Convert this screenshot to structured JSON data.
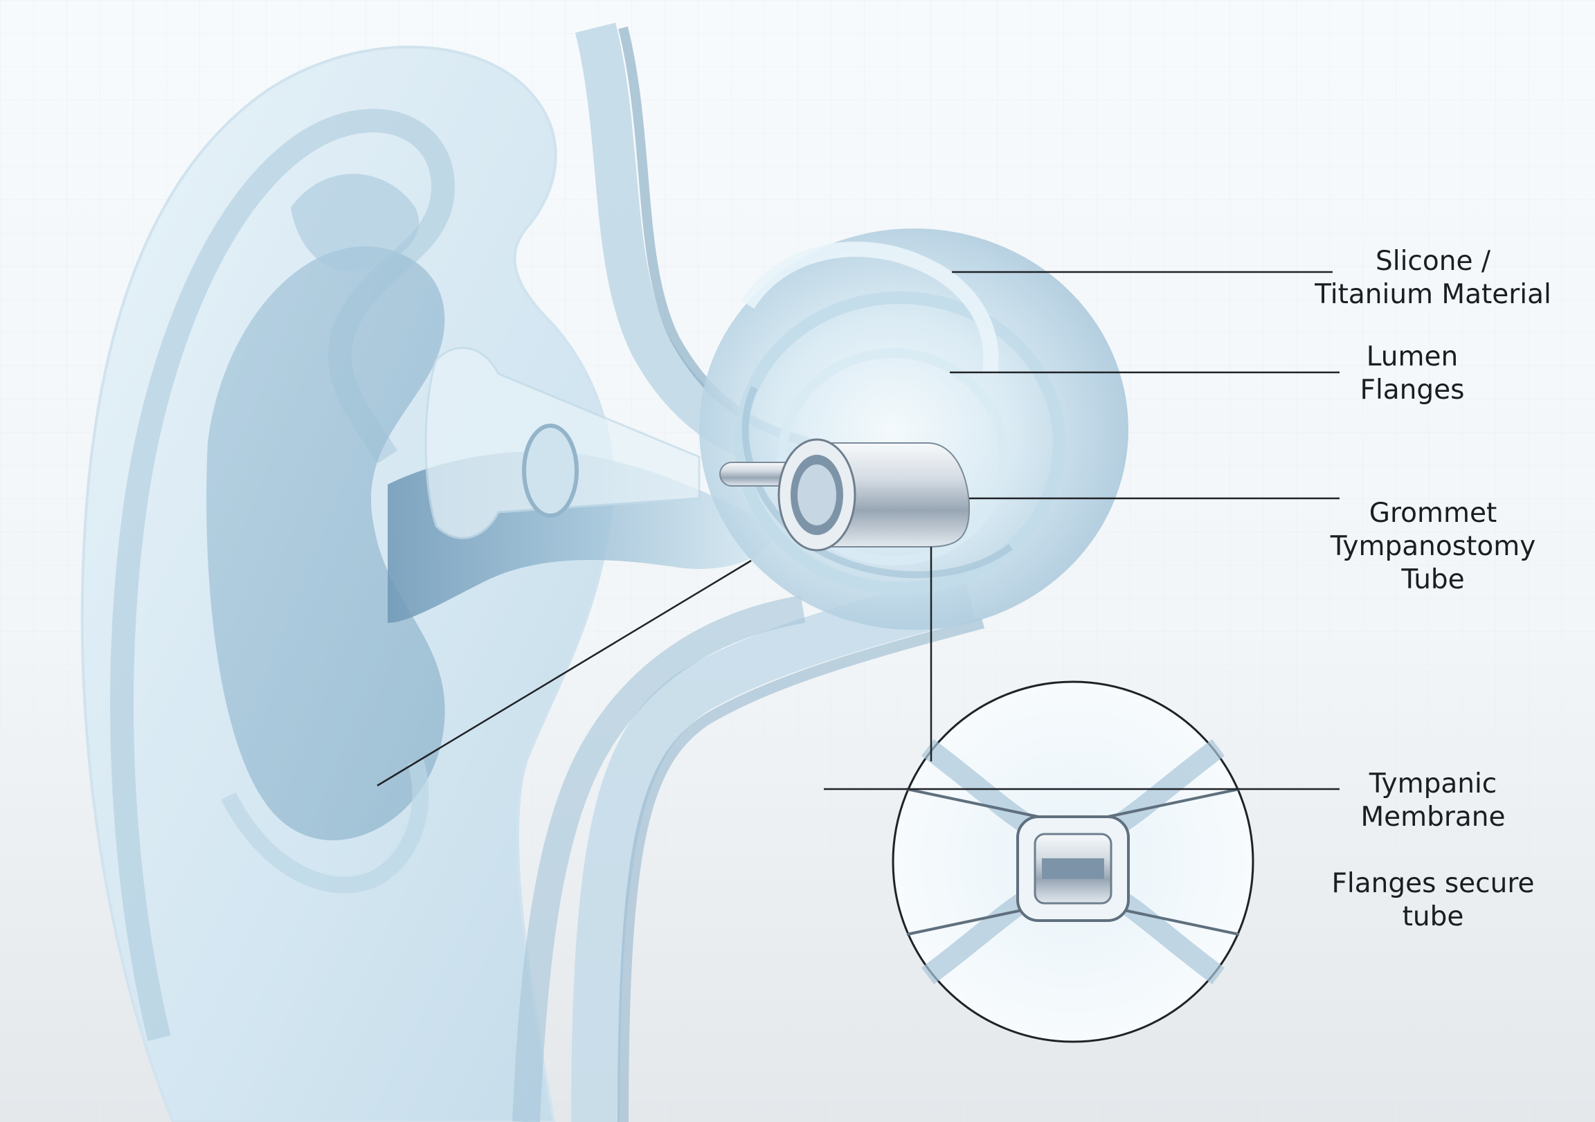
{
  "labels": {
    "material": "Slicone /\nTitanium Material",
    "lumen": "Lumen\nFlanges",
    "grommet": "Grommet\nTympanostomy\nTube",
    "tympanic": "Tympanic\nMembrane",
    "flanges": "Flanges secure\ntube"
  },
  "colors": {
    "background": "#f4f7f9",
    "tissue_light": "#dcedf5",
    "tissue_mid": "#b4d0e0",
    "tissue_dark": "#7fa6c0",
    "metal": "#c9d1d9",
    "leader_line": "#1f2226",
    "text": "#1a1d21"
  }
}
